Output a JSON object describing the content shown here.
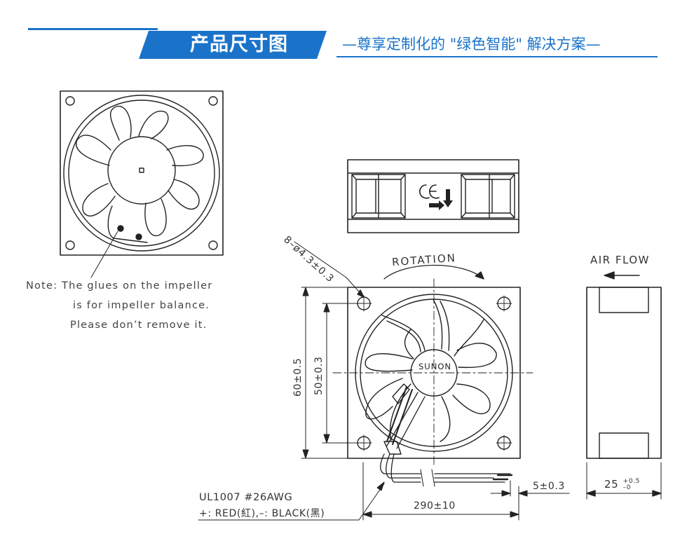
{
  "header": {
    "title": "产品尺寸图",
    "subtitle": "—尊享定制化的 \"绿色智能\" 解决方案—"
  },
  "note": {
    "line1": "Note:  The glues on the impeller",
    "line2": "is for impeller balance.",
    "line3": "Please don’t remove it."
  },
  "labels": {
    "hole_spec": "8–ø4.3±0.3",
    "rotation": "ROTATION",
    "air_flow": "AIR FLOW",
    "hub": "SUNON",
    "outer_dim": "60±0.5",
    "hole_dim": "50±0.3",
    "wire_spec": "UL1007  #26AWG",
    "wire_colors": "+: RED(紅),–: BLACK(黑)",
    "strip_len": "5±0.3",
    "lead_len": "290±10",
    "depth": "25",
    "depth_tol_plus": "+0.5",
    "depth_tol_minus": "–0"
  },
  "colors": {
    "accent": "#1a73c9",
    "line": "#222222"
  }
}
